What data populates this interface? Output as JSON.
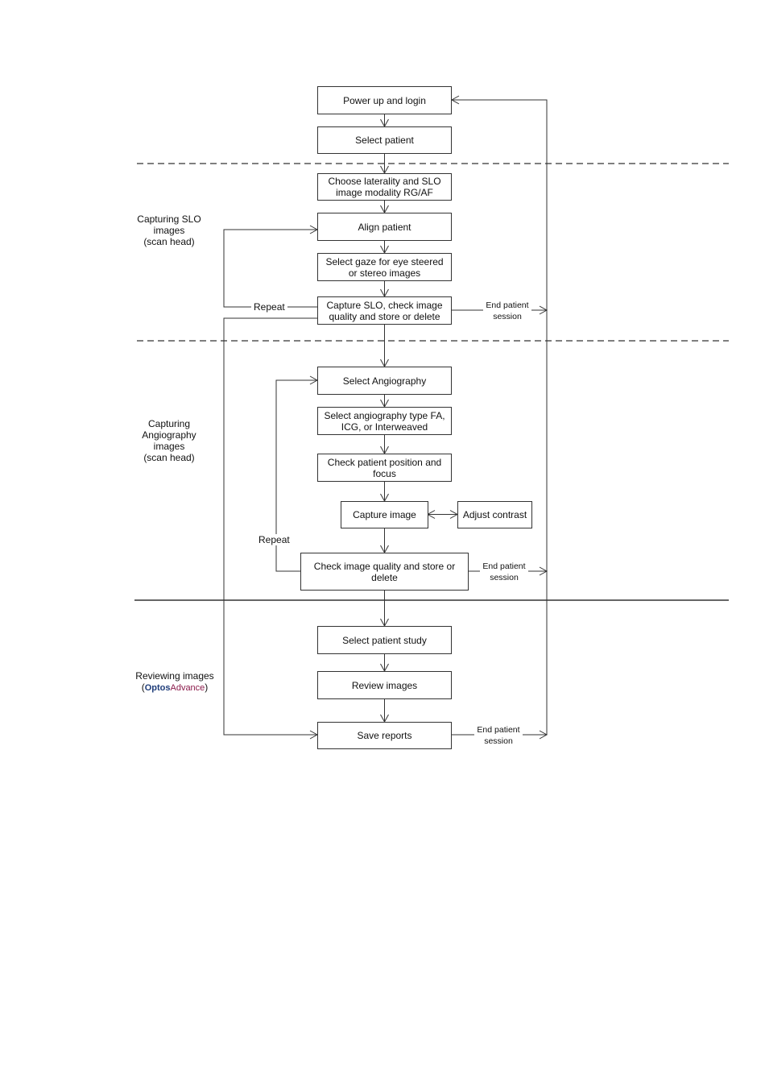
{
  "sections": {
    "slo": "Capturing SLO\nimages\n(scan head)",
    "angio": "Capturing\nAngiography\nimages\n(scan head)",
    "review_prefix": "Reviewing images",
    "review_open": "(",
    "review_brand_a": "Optos",
    "review_brand_b": "Advance",
    "review_close": ")"
  },
  "steps": {
    "power_up": "Power up and login",
    "select_patient": "Select patient",
    "choose_laterality": "Choose laterality and SLO image modality RG/AF",
    "align_patient": "Align patient",
    "select_gaze": "Select gaze for eye steered or stereo images",
    "capture_slo": "Capture SLO, check image quality and store or delete",
    "select_angiography": "Select Angiography",
    "select_angio_type": "Select angiography type FA, ICG, or Interweaved",
    "check_position": "Check patient position and focus",
    "capture_image": "Capture image",
    "adjust_contrast": "Adjust contrast",
    "check_quality": "Check image quality and store or delete",
    "select_study": "Select patient study",
    "review_images": "Review images",
    "save_reports": "Save reports"
  },
  "labels": {
    "repeat": "Repeat",
    "end_session": "End patient\nsession"
  },
  "colors": {
    "brand_a": "#1f3d7a",
    "brand_b": "#8b1a4a",
    "line": "#333333"
  }
}
